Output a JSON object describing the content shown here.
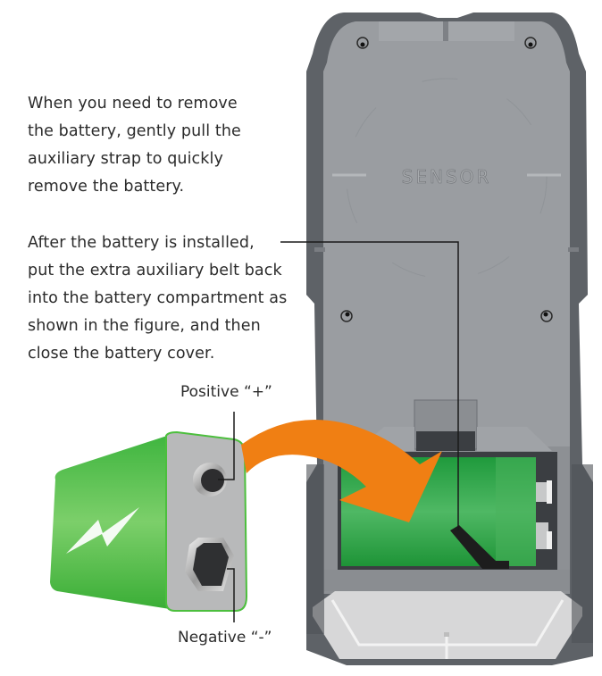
{
  "instructions": {
    "removal": {
      "lines": [
        "When you need to remove",
        "the battery, gently pull the",
        "auxiliary strap to quickly",
        "remove the battery."
      ]
    },
    "installation": {
      "lines": [
        "After the battery is installed,",
        "put the extra auxiliary belt back",
        "into the battery compartment as",
        "shown in the figure, and then",
        "close the battery cover."
      ]
    }
  },
  "battery": {
    "positive_label": "Positive “+”",
    "negative_label": "Negative “-”",
    "icon": "lightning-bolt-icon"
  },
  "device": {
    "engraving": "SENSOR"
  },
  "colors": {
    "device_body": "#8f9296",
    "device_frame": "#5d6166",
    "battery_green": "#3db54a",
    "battery_face": "#b9babb",
    "arrow_orange": "#f07f13",
    "cover_light": "#d9d9d9",
    "text": "#2b2b2b"
  }
}
